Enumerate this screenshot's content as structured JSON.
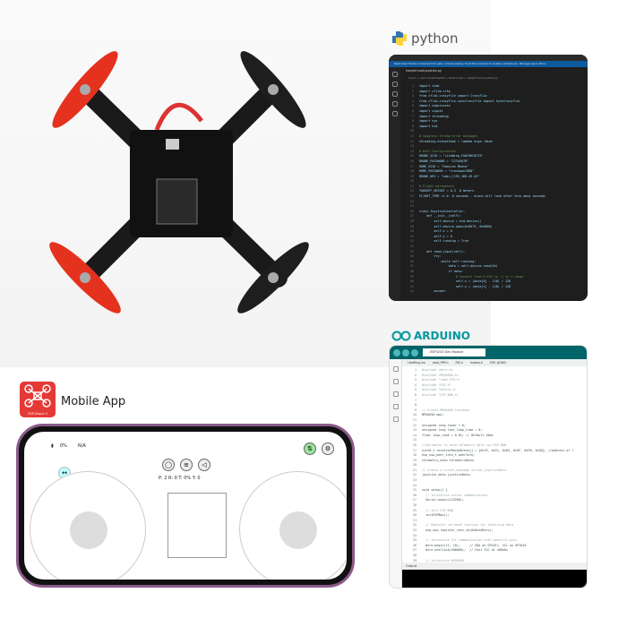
{
  "python": {
    "logo_text": "python",
    "banner": "Restricted Mode is intended for safe code browsing. Trust this window to enable all features.   Manage   Learn More",
    "tab": "height-hold-joystick.py",
    "breadcrumb": "Users > cemconnedkapi03 > Downloads > height-hold-joystick.py",
    "code": [
      "import time",
      "import cflib.crtp",
      "from cflib.crazyflie import Crazyflie",
      "from cflib.crazyflie.syncCrazyflie import SyncCrazyflie",
      "import subprocess",
      "import signal",
      "import threading",
      "import sys",
      "import hid",
      "",
      "# Suppress thread error messages",
      "threading.excepthook = lambda args: None",
      "",
      "# WiFi Configuration",
      "DRONE_SSID = \"LiteWing_FA0C06C8C33\"",
      "DRONE_PASSWORD = \"12345678\"",
      "HOME_SSID = \"Semicon Media\"",
      "HOME_PASSWORD = \"crackwon1988\"",
      "DRONE_URI = \"udp://192.168.43.42\"",
      "",
      "# Flight parameters",
      "TAKEOFF_HEIGHT = 0.3  # meters",
      "FLIGHT_TIME =1.0  # seconds - drone will land after this many seconds",
      "",
      "",
      "class JoystickController:",
      "    def __init__(self):",
      "        self.device = hid.device()",
      "        self.device.open(0x0079, 0x0006)",
      "        self.x = 0",
      "        self.y = 0",
      "        self.running = True",
      "",
      "    def read_input(self):",
      "        try:",
      "            while self.running:",
      "                data = self.device.read(64)",
      "                if data:",
      "                    # Convert from 0-255 to -1 to 1 range",
      "                    self.x = (data[0] - 128) / 128",
      "                    self.y = (data[1] - 128) / 128",
      "        except:"
    ]
  },
  "arduino": {
    "logo_text": "ARDUINO",
    "board": "ESP32S3 Dev Module",
    "tabs": [
      "LiteWing.ino",
      "read_YPR.h",
      "PID.h",
      "motors.h",
      "ESP_NOW.h"
    ],
    "output_label": "Output",
    "code": [
      "#include <Wire.h>",
      "#include <MPU6050.h>",
      "#include \"read_YPR.h\"",
      "#include \"PID.h\"",
      "#include \"motors.h\"",
      "#include \"ESP_NOW.h\"",
      "",
      "",
      "// Create MPU6050 instance",
      "MPU6050 mpu;",
      "",
      "unsigned long timer = 0;",
      "unsigned long last_loop_time = 0;",
      "float loop_time = 0.01; // Default 10ms",
      "",
      "//Variables to send telemetry data via ESP-NOW",
      "uint8_t receiverMacAddress[] = {0x70, 0x21, 0x03, 0x5F, 0xFB, 0x3D}; //address of r",
      "esp_now_peer_info_t peerInfo;",
      "telemetry_data telemetryData;",
      "",
      "// Create a struct_message called joystickData",
      "joystick_data joystickData;",
      "",
      "",
      "void setup() {",
      "  // Initialize serial communication",
      "  Serial.begin(115200);",
      "",
      "  // Init ESP-NOW",
      "  initESPNow();",
      "",
      "  // Register callback function for receiving data",
      "  esp_now_register_recv_cb(OnDataRecv);",
      "",
      "  // Initialize I2C communication with specific pins",
      "  Wire.begin(11, 10);     // SDA on GPIO11, SCL on GPIO10",
      "  Wire.setClock(400000);  // Fast I2C at 400kHz",
      "",
      "  // Initialize MPU6050"
    ]
  },
  "mobile": {
    "label": "Mobile App",
    "icon_text": "ESP-Drone II",
    "status": {
      "battery": "0%",
      "signal": "N/A"
    },
    "telemetry": "P:  2 R:  0 T:  0% Y:  0"
  },
  "colors": {
    "vscode_bg": "#1e1e1e",
    "arduino_teal": "#006468",
    "app_red": "#e53935",
    "phone_frame": "#8a5a8a"
  }
}
